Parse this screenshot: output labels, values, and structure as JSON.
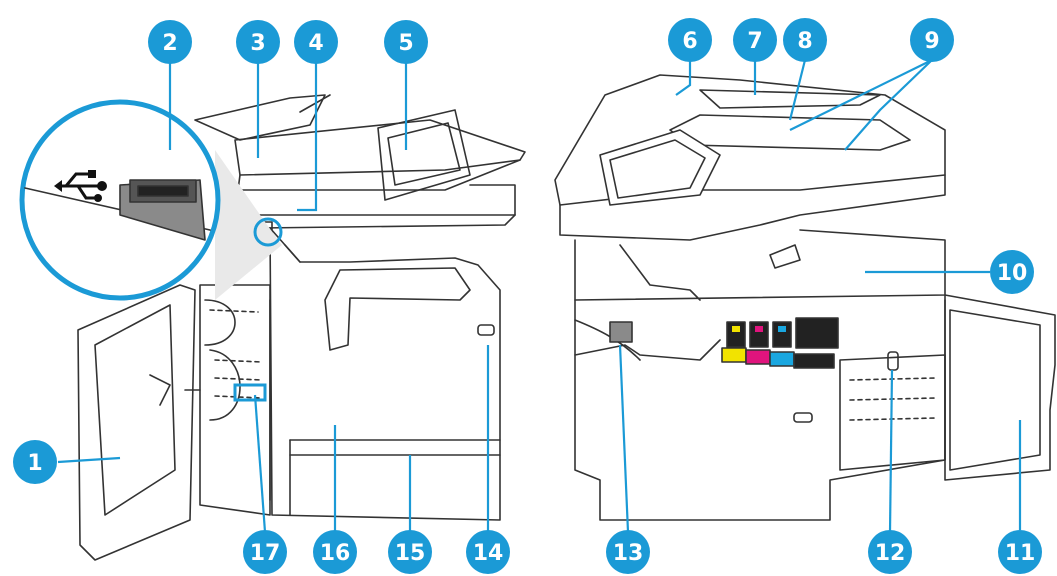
{
  "figure": {
    "callouts": [
      {
        "number": "1"
      },
      {
        "number": "2"
      },
      {
        "number": "3"
      },
      {
        "number": "4"
      },
      {
        "number": "5"
      },
      {
        "number": "6"
      },
      {
        "number": "7"
      },
      {
        "number": "8"
      },
      {
        "number": "9"
      },
      {
        "number": "10"
      },
      {
        "number": "11"
      },
      {
        "number": "12"
      },
      {
        "number": "13"
      },
      {
        "number": "14"
      },
      {
        "number": "15"
      },
      {
        "number": "16"
      },
      {
        "number": "17"
      }
    ],
    "colors": {
      "callout": "#1b9ad6",
      "outline": "#333333",
      "cyan": "#1aa7e0",
      "magenta": "#e0147d",
      "yellow": "#f2e300",
      "black": "#222222"
    },
    "icons": [
      "usb-icon"
    ]
  }
}
